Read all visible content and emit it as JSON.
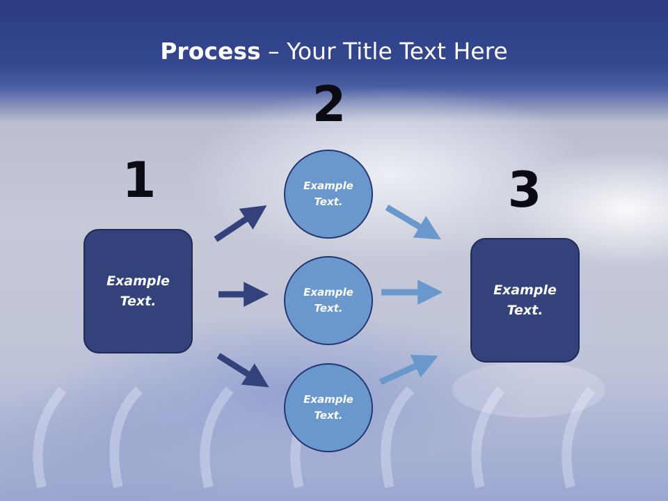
{
  "slide": {
    "title_bold": "Process",
    "title_rest": " – Your Title Text Here"
  },
  "steps": [
    {
      "number": "1",
      "label": "Example Text."
    },
    {
      "number": "2",
      "label": ""
    },
    {
      "number": "3",
      "label": "Example Text."
    }
  ],
  "circles": [
    {
      "label": "Example Text."
    },
    {
      "label": "Example Text."
    },
    {
      "label": "Example Text."
    }
  ],
  "colors": {
    "header_bg": "#2c3c82",
    "box_fill": "#34427c",
    "circle_fill": "#6a98cc",
    "arrow_dark": "#34427c",
    "arrow_light": "#6a98cc"
  }
}
